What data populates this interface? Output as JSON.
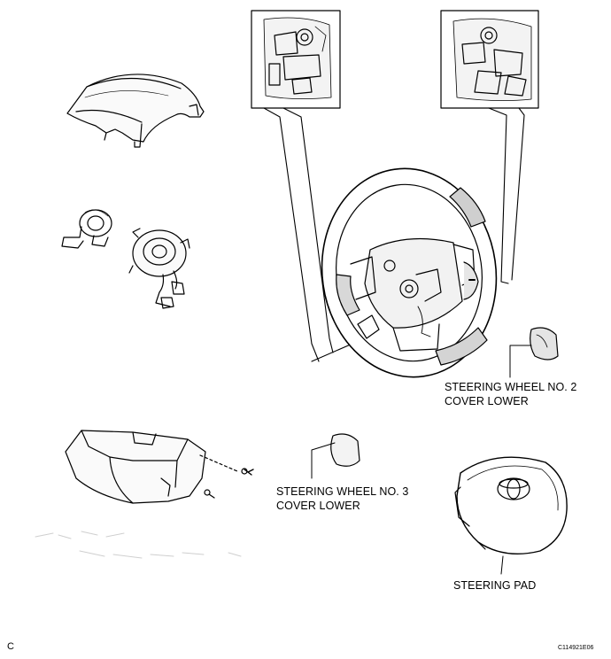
{
  "labels": {
    "cover_lower_no2": {
      "line1": "STEERING WHEEL NO. 2",
      "line2": "COVER LOWER"
    },
    "cover_lower_no3": {
      "line1": "STEERING WHEEL NO. 3",
      "line2": "COVER LOWER"
    },
    "steering_pad": "STEERING PAD"
  },
  "figure_code": "C114921E06",
  "corner_letter": "C",
  "colors": {
    "ink": "#000000",
    "paper": "#ffffff",
    "shade": "#bdbdbd"
  }
}
